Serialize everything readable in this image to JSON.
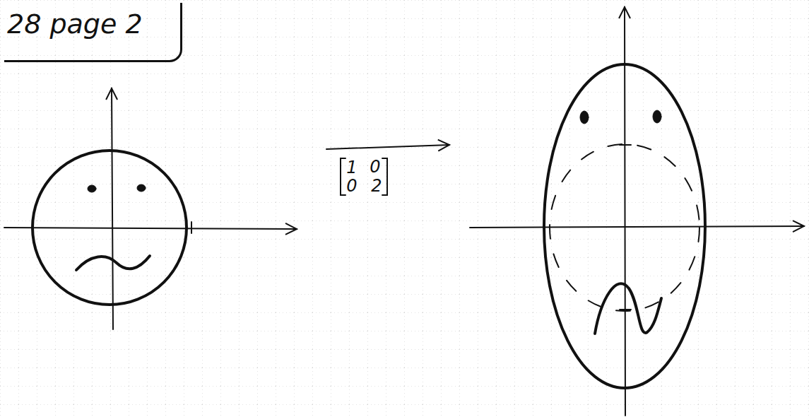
{
  "diagram": {
    "nodes": [
      {
        "text": [
          "28 page 2"
        ]
      }
    ],
    "labels": [
      "1",
      "0",
      "0",
      "2"
    ]
  }
}
